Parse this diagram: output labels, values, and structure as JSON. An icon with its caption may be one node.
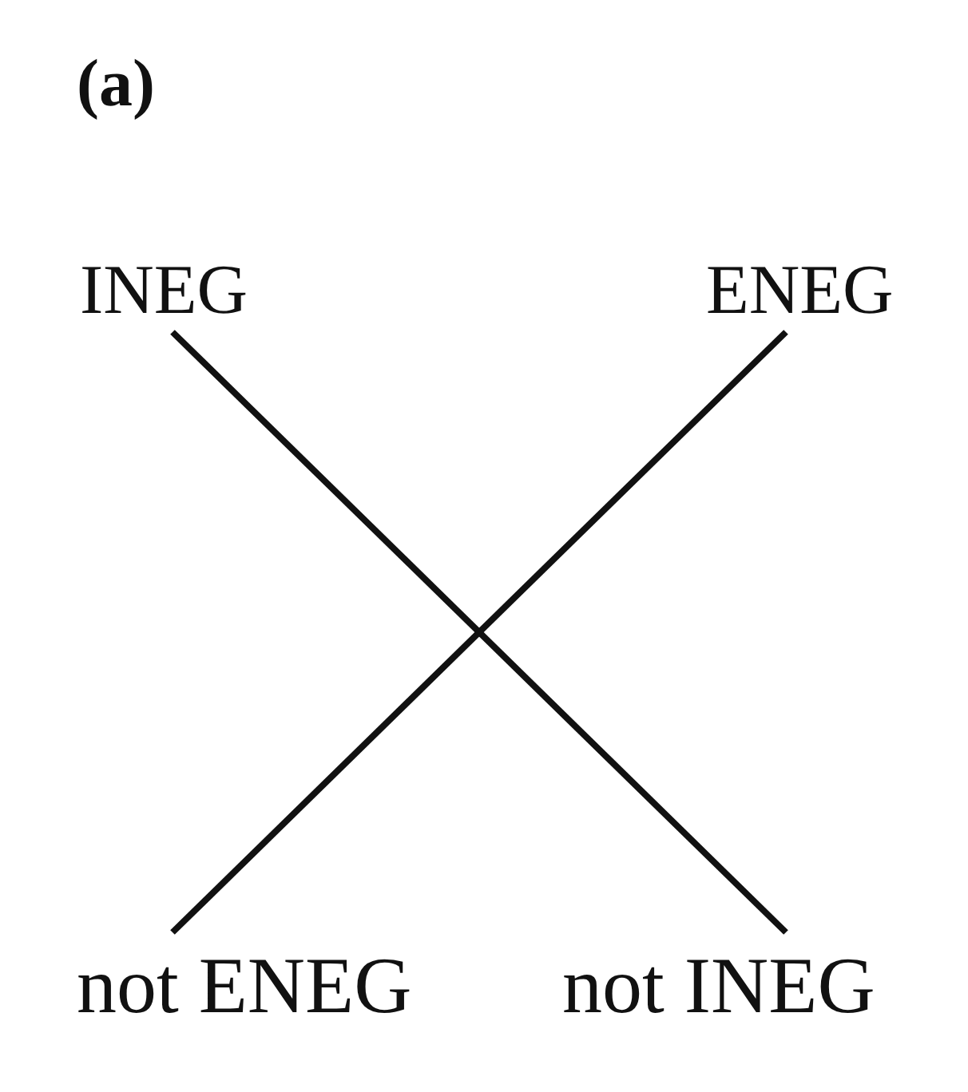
{
  "diagram": {
    "nodes": [
      {
        "text": [
          "INEG"
        ]
      },
      {
        "text": [
          "ENEG"
        ]
      },
      {
        "text": [
          "not ENEG"
        ]
      },
      {
        "text": [
          "not INEG"
        ]
      }
    ],
    "edges": [
      {
        "from": 0,
        "to": 3,
        "arrow": "none"
      },
      {
        "from": 1,
        "to": 2,
        "arrow": "none"
      }
    ],
    "labels": [
      "(a)"
    ]
  }
}
